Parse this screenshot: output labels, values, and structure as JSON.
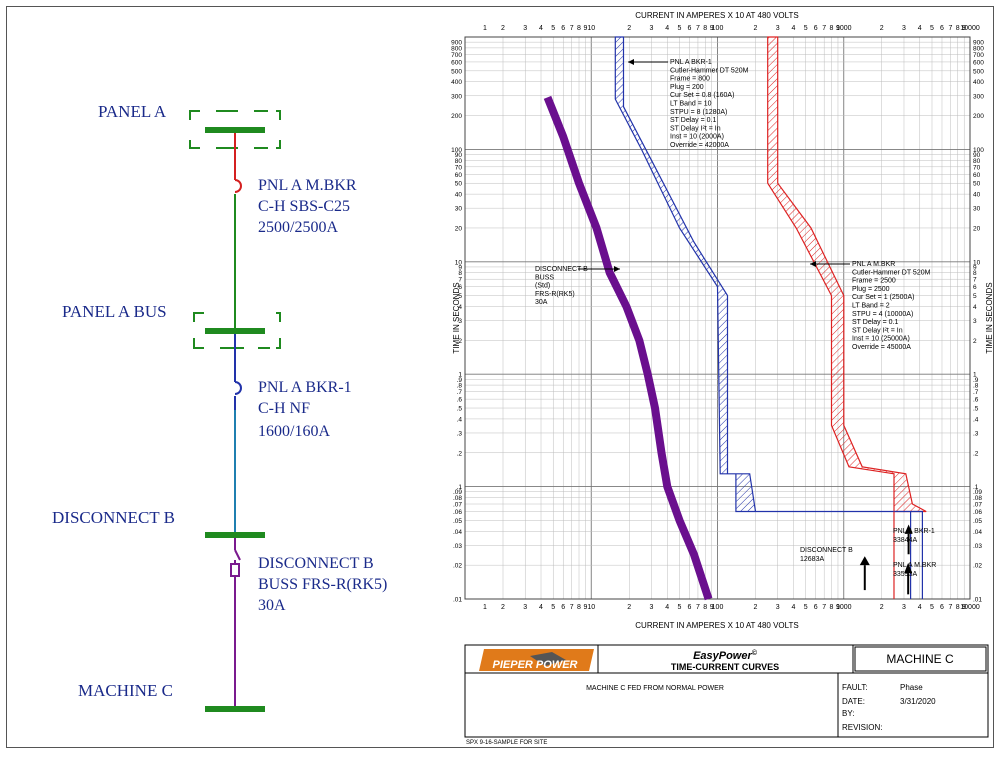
{
  "one_line": {
    "panel_a": "PANEL A",
    "main_breaker": [
      "PNL A M.BKR",
      "C-H  SBS-C25",
      "2500/2500A"
    ],
    "panel_a_bus": "PANEL A BUS",
    "branch_breaker": [
      "PNL A BKR-1",
      "C-H  NF",
      "1600/160A"
    ],
    "disconnect_bus": "DISCONNECT B",
    "disconnect_fuse": [
      "DISCONNECT B",
      "BUSS FRS-R(RK5)",
      "30A"
    ],
    "machine": "MACHINE C"
  },
  "chart_data": {
    "type": "line",
    "xlabel": "CURRENT IN AMPERES X 10 AT 480 VOLTS",
    "ylabel": "TIME IN SECONDS",
    "xscale": "log",
    "yscale": "log",
    "xlim": [
      1,
      10000
    ],
    "ylim": [
      0.01,
      1000
    ],
    "x_ticks": [
      "1",
      "2",
      "3",
      "4",
      "5",
      "6",
      "7",
      "8",
      "9",
      "10",
      "2",
      "3",
      "4",
      "5",
      "6",
      "7",
      "8",
      "9",
      "100",
      "2",
      "3",
      "4",
      "5",
      "6",
      "7",
      "8",
      "9",
      "1000",
      "2",
      "3",
      "4",
      "5",
      "6",
      "7",
      "8",
      "9",
      "10000"
    ],
    "y_ticks": [
      "900",
      "800",
      "700",
      "600",
      "500",
      "400",
      "300",
      "200",
      "100",
      "90",
      "80",
      "70",
      "60",
      "50",
      "40",
      "30",
      "20",
      "10",
      "9",
      "8",
      "7",
      "6",
      "5",
      "4",
      "3",
      "2",
      "1",
      ".9",
      ".8",
      ".7",
      ".6",
      ".5",
      ".4",
      ".3",
      ".2",
      ".1",
      ".09",
      ".08",
      ".07",
      ".06",
      ".05",
      ".04",
      ".03",
      ".02",
      ".01"
    ],
    "colors": {
      "fuse": "#6a0f8e",
      "branch": "#2233aa",
      "main": "#dd2222",
      "grid": "#bdbdbd"
    },
    "series": [
      {
        "name": "DISCONNECT B",
        "label": [
          "DISCONNECT B",
          "BUSS",
          "(Std)",
          "FRS-R(RK5)",
          "30A"
        ],
        "points": [
          [
            4.5,
            290
          ],
          [
            6,
            130
          ],
          [
            8,
            50
          ],
          [
            11,
            20
          ],
          [
            14,
            8
          ],
          [
            19,
            4
          ],
          [
            24,
            2
          ],
          [
            28,
            1
          ],
          [
            32,
            0.5
          ],
          [
            36,
            0.2
          ],
          [
            40,
            0.1
          ],
          [
            50,
            0.05
          ],
          [
            65,
            0.025
          ],
          [
            85,
            0.01
          ]
        ]
      },
      {
        "name": "PNL A BKR-1",
        "label": [
          "PNL A BKR-1",
          "Cutler-Hammer DT 520M",
          "Frame = 800",
          "Plug = 200",
          "Cur Set = 0.8 (160A)",
          "LT Band = 10",
          "STPU = 8 (1280A)",
          "ST Delay = 0.1",
          "ST Delay I²t = In",
          "Inst = 10 (2000A)",
          "Override = 42000A"
        ],
        "lower": [
          [
            15.5,
            1000
          ],
          [
            15.5,
            280
          ],
          [
            25,
            100
          ],
          [
            50,
            20
          ],
          [
            100,
            6
          ],
          [
            105,
            0.13
          ],
          [
            140,
            0.13
          ],
          [
            140,
            0.06
          ],
          [
            4200,
            0.06
          ],
          [
            4200,
            0.01
          ]
        ],
        "upper": [
          [
            18,
            1000
          ],
          [
            18,
            240
          ],
          [
            30,
            80
          ],
          [
            65,
            15
          ],
          [
            120,
            5
          ],
          [
            120,
            0.13
          ],
          [
            180,
            0.13
          ],
          [
            200,
            0.06
          ],
          [
            4200,
            0.06
          ]
        ]
      },
      {
        "name": "PNL A M.BKR",
        "label": [
          "PNL A M.BKR",
          "Cutler-Hammer DT 520M",
          "Frame = 2500",
          "Plug = 2500",
          "Cur Set = 1 (2500A)",
          "LT Band = 2",
          "STPU = 4 (10000A)",
          "ST Delay = 0.1",
          "ST Delay I²t = In",
          "Inst = 10 (25000A)",
          "Override = 45000A"
        ],
        "lower": [
          [
            250,
            1000
          ],
          [
            250,
            50
          ],
          [
            420,
            20
          ],
          [
            800,
            5
          ],
          [
            800,
            0.35
          ],
          [
            1100,
            0.15
          ],
          [
            2500,
            0.13
          ],
          [
            2500,
            0.06
          ],
          [
            4200,
            0.06
          ]
        ],
        "upper": [
          [
            300,
            1000
          ],
          [
            300,
            50
          ],
          [
            550,
            20
          ],
          [
            1000,
            5
          ],
          [
            1000,
            0.35
          ],
          [
            1400,
            0.15
          ],
          [
            3100,
            0.13
          ],
          [
            3500,
            0.07
          ],
          [
            4500,
            0.06
          ]
        ]
      }
    ],
    "annotations": [
      {
        "label": [
          "DISCONNECT B",
          "12683A"
        ],
        "x": 1268.3
      },
      {
        "label": [
          "PNL A BKR-1",
          "33844A"
        ],
        "x": 3384.4
      },
      {
        "label": [
          "PNL A M.BKR",
          "33593A"
        ],
        "x": 3359.3
      }
    ]
  },
  "title_block": {
    "company": "PIEPER POWER",
    "product": "EasyPower",
    "product_mark": "©",
    "doc_type": "TIME-CURRENT CURVES",
    "equipment": "MACHINE C",
    "description": "MACHINE C FED FROM NORMAL POWER",
    "fault_label": "FAULT:",
    "fault_value": "Phase",
    "date_label": "DATE:",
    "date_value": "3/31/2020",
    "by_label": "BY:",
    "revision_label": "REVISION:",
    "footer": "SPX 9-16-SAMPLE FOR SITE"
  }
}
